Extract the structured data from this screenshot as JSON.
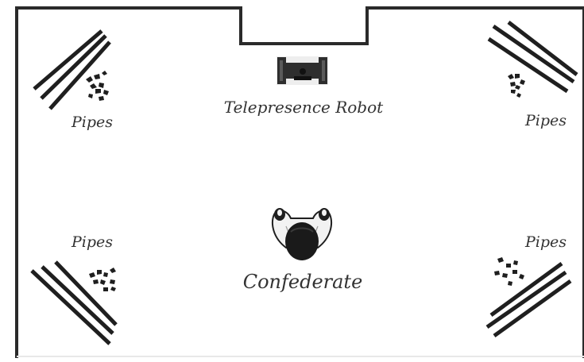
{
  "diagram": {
    "labels": {
      "robot": "Telepresence Robot",
      "confederate": "Confederate",
      "pipes_top_left": "Pipes",
      "pipes_top_right": "Pipes",
      "pipes_bottom_left": "Pipes",
      "pipes_bottom_right": "Pipes"
    },
    "colors": {
      "wall": "#2a2a2a",
      "pipe": "#1f1f1f",
      "text": "#333333",
      "background": "#ffffff",
      "robot_body": "#2e2e2e",
      "person_shirt": "#f2f2f2",
      "person_hair": "#1a1a1a"
    },
    "icons": {
      "robot": "telepresence-robot-icon",
      "person": "person-topdown-icon",
      "pipes": "pipes-icon",
      "debris": "debris-icon"
    }
  }
}
